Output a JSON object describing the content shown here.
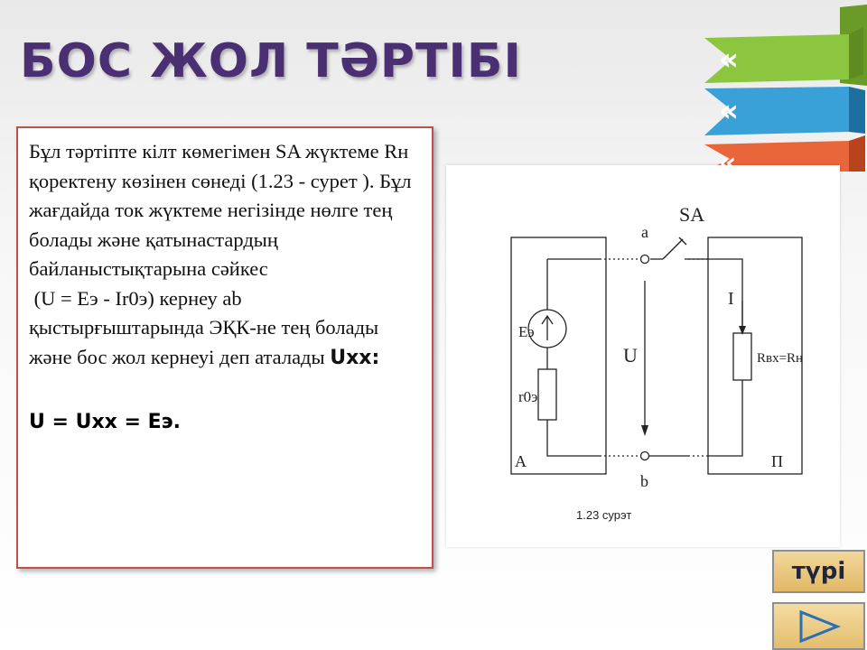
{
  "slide": {
    "title": "БОС ЖОЛ ТӘРТІБІ",
    "text": {
      "p1": "Бұл тәртіпте кілт көмегімен SA жүктеме Rн  қоректену көзінен сөнеді (1.23 - сурет ). Бұл жағдайда ток жүктеме негізінде нөлге тең болады және қатынастардың байланыстықтарына сәйкес",
      "p2_formula": "(U = Eэ - Ir0э)",
      "p2_rest": " кернеу  ab қыстырғыштарында ЭҚК-не тең болады және бос жол кернеуі деп аталады  ",
      "p2_symbol": "Uхх:",
      "main_formula": "U = Uхх = Eэ."
    },
    "circuit": {
      "label_a": "a",
      "label_b": "b",
      "label_sa": "SA",
      "label_I": "I",
      "label_U": "U",
      "label_E": "Eэ",
      "label_r": "r0э",
      "label_A": "A",
      "label_P": "П",
      "label_R": "Rвх=Rн",
      "caption": "1.23 сурэт"
    },
    "buttons": {
      "turi": "түрі",
      "next_icon": "play-triangle-icon"
    }
  }
}
